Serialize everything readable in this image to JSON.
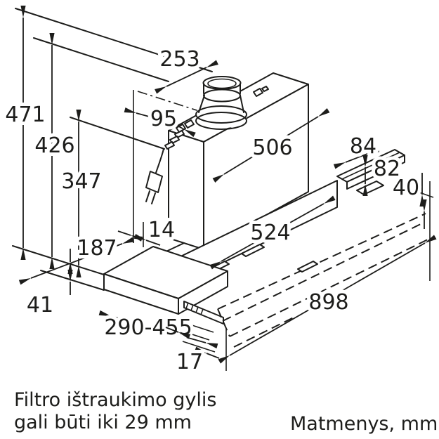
{
  "drawing": {
    "type": "appliance installation dimension drawing (telescopic cooker hood)",
    "dimensions": {
      "total_height": "471",
      "height_to_top": "426",
      "body_height": "347",
      "top_depth": "253",
      "duct_offset": "95",
      "top_width": "506",
      "bracket_width": "84",
      "bracket_height": "82",
      "rail_gap": "40",
      "panel_step": "14",
      "front_overhang": "187",
      "visor_height": "41",
      "pullout_range": "290-455",
      "visor_thickness": "17",
      "body_width": "524",
      "total_width": "898"
    },
    "notes": {
      "filter_line1": "Filtro ištraukimo gylis",
      "filter_line2": "gali būti iki 29 mm",
      "units": "Matmenys, mm"
    },
    "colors": {
      "line": "#1d1d1b",
      "background": "#ffffff"
    }
  }
}
